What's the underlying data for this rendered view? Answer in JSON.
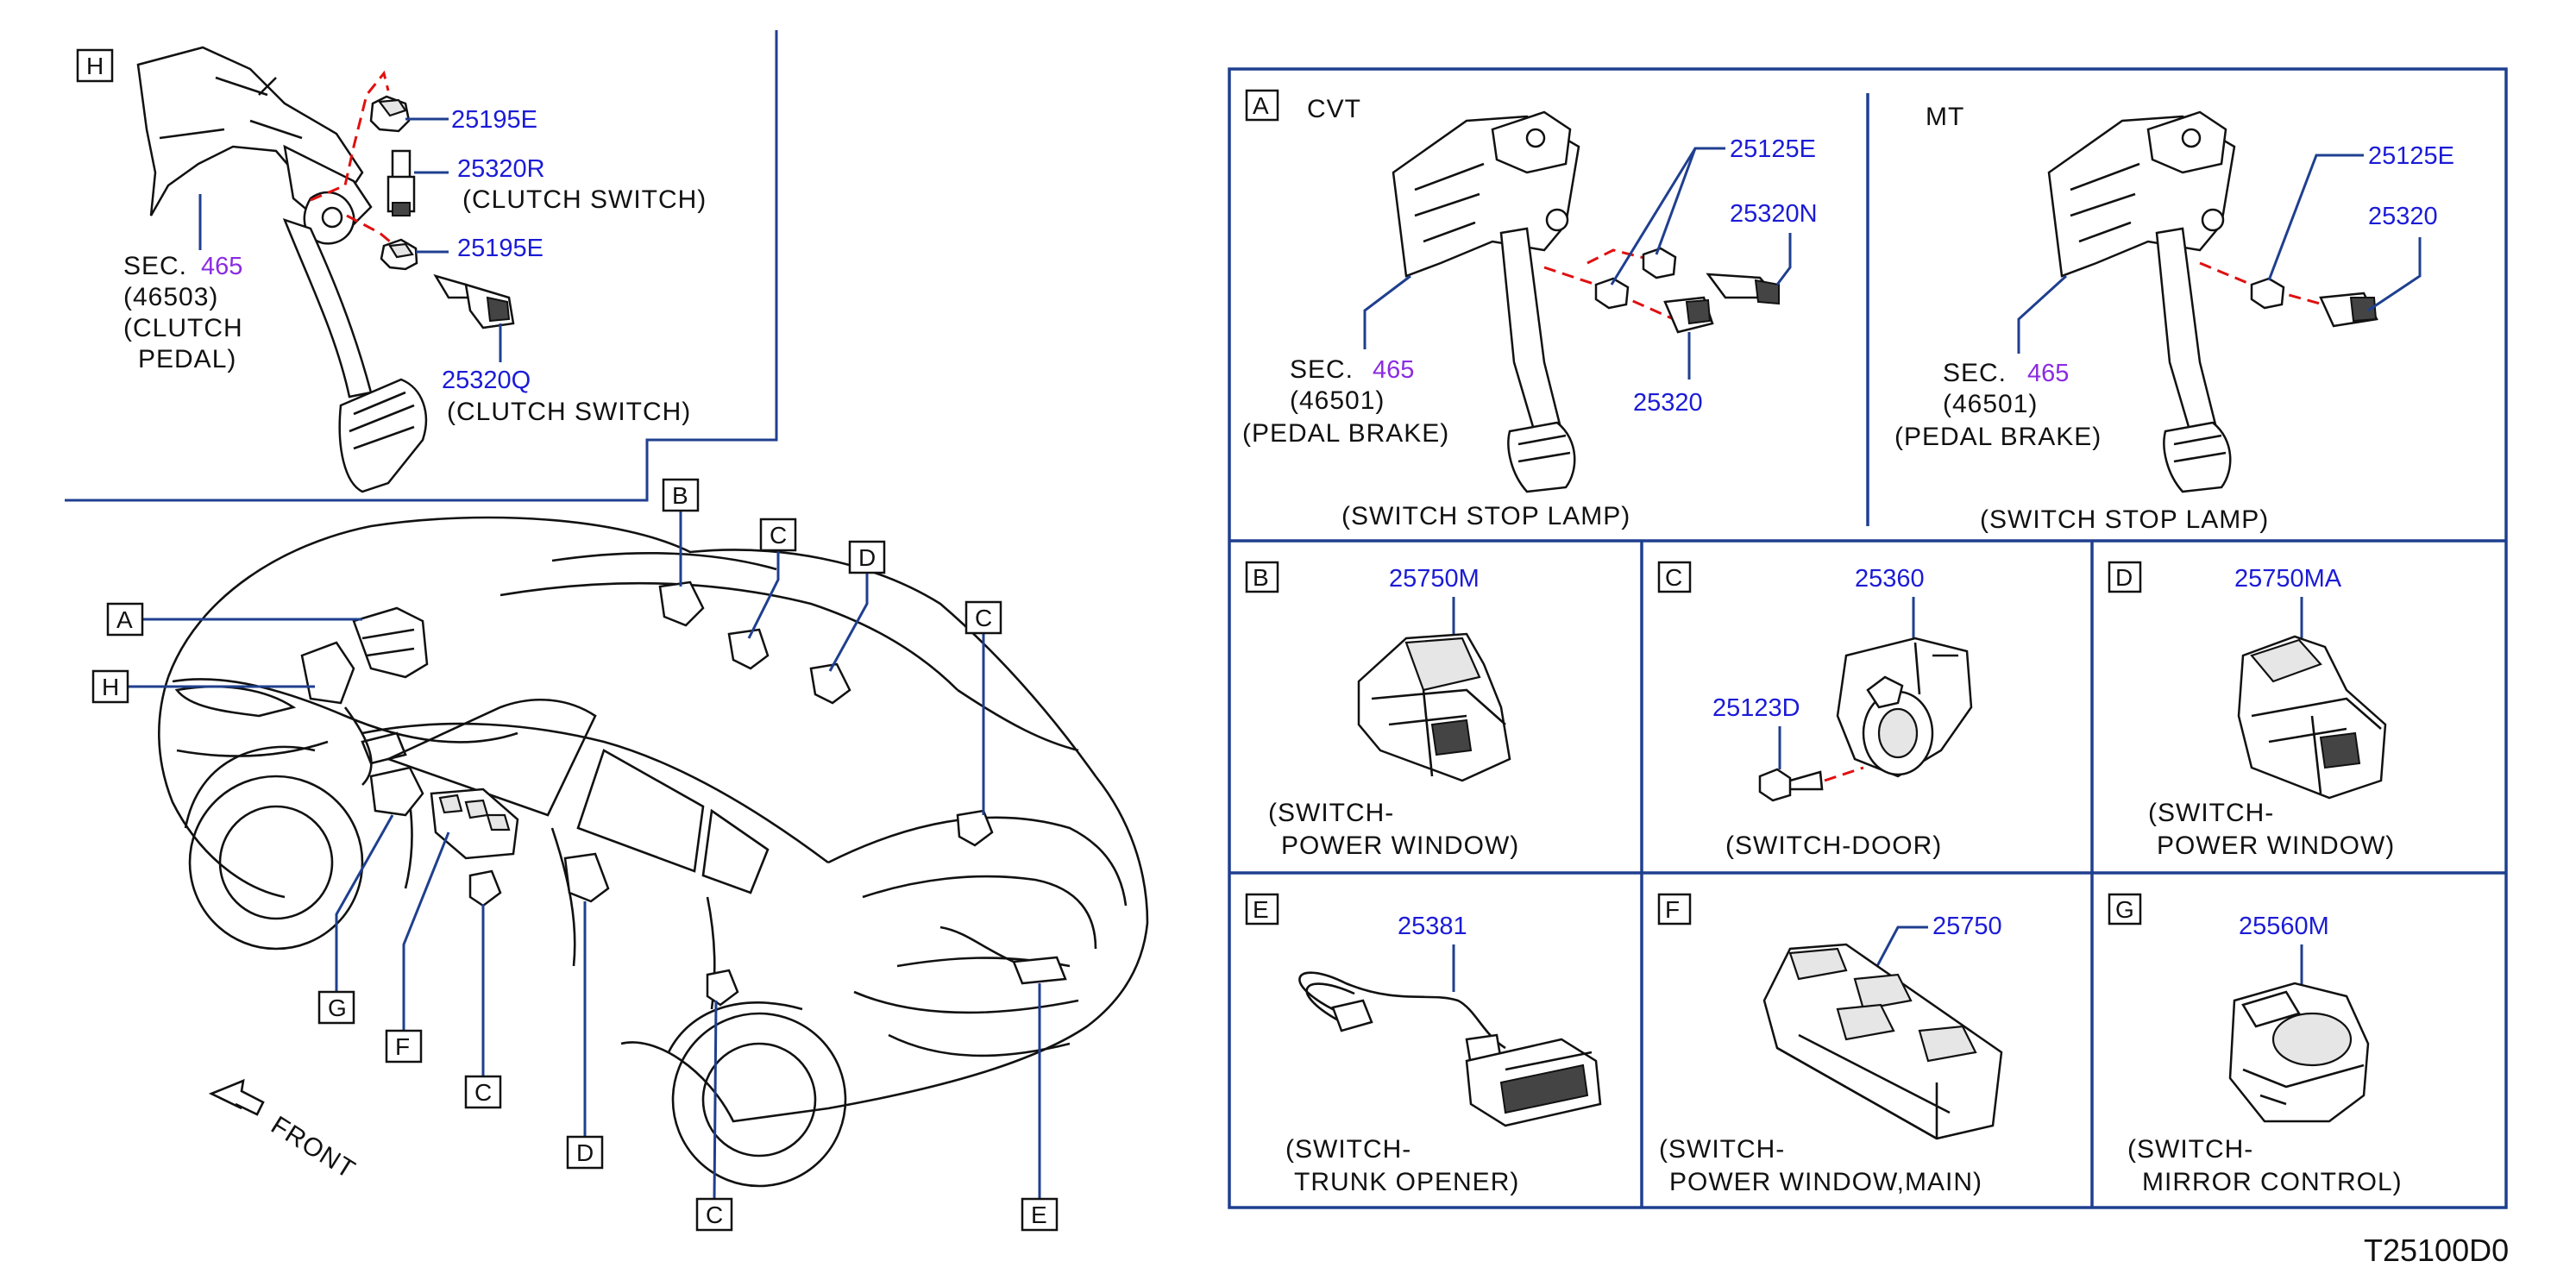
{
  "drawing_code": "T25100D0",
  "front_label": "FRONT",
  "inset_h": {
    "tag": "H",
    "sec_prefix": "SEC.",
    "sec_num": "465",
    "sec_sub": "(46503)",
    "sec_desc1": "(CLUTCH",
    "sec_desc2": "PEDAL)",
    "p1": "25195E",
    "p2": "25320R",
    "p2_desc": "(CLUTCH   SWITCH)",
    "p3": "25195E",
    "p4": "25320Q",
    "p4_desc": "(CLUTCH   SWITCH)"
  },
  "car_tags": {
    "a": "A",
    "h": "H",
    "b": "B",
    "c1": "C",
    "d1": "D",
    "c2": "C",
    "g": "G",
    "f": "F",
    "c3": "C",
    "d2": "D",
    "c4": "C",
    "e": "E"
  },
  "panel_a": {
    "tag": "A",
    "left": {
      "variant": "CVT",
      "p1": "25125E",
      "p2": "25320N",
      "p3": "25320",
      "sec_prefix": "SEC.",
      "sec_num": "465",
      "sec_sub": "(46501)",
      "sec_desc": "(PEDAL   BRAKE)",
      "caption": "(SWITCH   STOP   LAMP)"
    },
    "right": {
      "variant": "MT",
      "p1": "25125E",
      "p2": "25320",
      "sec_prefix": "SEC.",
      "sec_num": "465",
      "sec_sub": "(46501)",
      "sec_desc": "(PEDAL   BRAKE)",
      "caption": "(SWITCH   STOP   LAMP)"
    }
  },
  "panel_b": {
    "tag": "B",
    "part": "25750M",
    "cap1": "(SWITCH-",
    "cap2": "POWER   WINDOW)"
  },
  "panel_c": {
    "tag": "C",
    "part": "25360",
    "part2": "25123D",
    "cap1": "(SWITCH-DOOR)"
  },
  "panel_d": {
    "tag": "D",
    "part": "25750MA",
    "cap1": "(SWITCH-",
    "cap2": "POWER   WINDOW)"
  },
  "panel_e": {
    "tag": "E",
    "part": "25381",
    "cap1": "(SWITCH-",
    "cap2": "TRUNK   OPENER)"
  },
  "panel_f": {
    "tag": "F",
    "part": "25750",
    "cap1": "(SWITCH-",
    "cap2": "POWER   WINDOW,MAIN)"
  },
  "panel_g": {
    "tag": "G",
    "part": "25560M",
    "cap1": "(SWITCH-",
    "cap2": "MIRROR   CONTROL)"
  },
  "colors": {
    "frame": "#1f3f8f",
    "part_number": "#1b1bd6",
    "section_ref": "#8a2be2",
    "phantom": "#e01010"
  }
}
